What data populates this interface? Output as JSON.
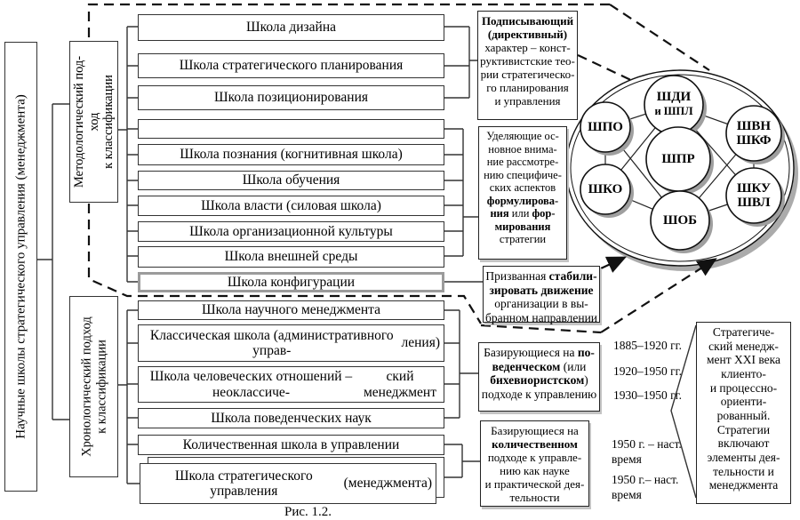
{
  "page": {
    "caption": "Рис. 1.2."
  },
  "left_column": {
    "main_title": [
      "Научные школы стратегического управления (менеджмента)"
    ],
    "method_approach": [
      "Методологический под-",
      "ход",
      "к классификации"
    ],
    "chrono_approach": [
      "Хронологический подход",
      "к классификации"
    ]
  },
  "schools": {
    "method": [
      {
        "lines": [
          "Школа дизайна"
        ]
      },
      {
        "lines": [
          "Школа стратегического планирования"
        ]
      },
      {
        "lines": [
          "Школа позиционирования"
        ]
      },
      {
        "lines": []
      },
      {
        "lines": [
          "Школа познания (когнитивная школа)"
        ]
      },
      {
        "lines": [
          "Школа обучения"
        ]
      },
      {
        "lines": [
          "Школа власти (силовая школа)"
        ]
      },
      {
        "lines": [
          "Школа организационной культуры"
        ]
      },
      {
        "lines": [
          "Школа внешней среды"
        ]
      },
      {
        "lines": [
          "Школа конфигурации"
        ]
      }
    ],
    "chrono": [
      {
        "lines": [
          "Школа научного менеджмента"
        ]
      },
      {
        "lines": [
          "Классическая школа (административного управ-",
          "ления)"
        ]
      },
      {
        "lines": [
          "Школа человеческих отношений – неоклассиче-",
          "ский менеджмент"
        ]
      },
      {
        "lines": [
          "Школа поведенческих наук"
        ]
      },
      {
        "lines": [
          "Количественная школа в управлении"
        ]
      },
      {
        "lines": [
          "Школа стратегического управления",
          "(менеджмента)"
        ]
      }
    ]
  },
  "annotations": {
    "directive": {
      "lines": [
        [
          {
            "t": "Подписывающий",
            "b": 1
          }
        ],
        [
          {
            "t": "(директивный)",
            "b": 1
          }
        ],
        "характер – конст-",
        "руктивистские тео-",
        "рии стратегическо-",
        "го планирования",
        "и управления"
      ]
    },
    "attention": {
      "lines": [
        "Уделяющие ос-",
        "новное внима-",
        "ние рассмотре-",
        "нию специфиче-",
        "ских аспектов",
        [
          {
            "t": "формулирова-",
            "b": 1
          }
        ],
        [
          {
            "t": "ния",
            "b": 1
          },
          {
            "t": " или ",
            "b": 0
          },
          {
            "t": "фор-",
            "b": 1
          }
        ],
        [
          {
            "t": "мирования",
            "b": 1
          }
        ],
        "стратегии"
      ]
    },
    "stabilize": {
      "lines": [
        [
          {
            "t": "Призванная ",
            "b": 0
          },
          {
            "t": "стабили-",
            "b": 1
          }
        ],
        [
          {
            "t": "зировать движение",
            "b": 1
          }
        ],
        "организации в вы-",
        "бранном направлении"
      ]
    },
    "behavioral": {
      "lines": [
        [
          {
            "t": "Базирующиеся на ",
            "b": 0
          },
          {
            "t": "по-",
            "b": 1
          }
        ],
        [
          {
            "t": "веденческом",
            "b": 1
          },
          {
            "t": " (или",
            "b": 0
          }
        ],
        [
          {
            "t": "бихевиористском",
            "b": 1
          },
          {
            "t": ")",
            "b": 0
          }
        ],
        "подходе к управлению"
      ]
    },
    "quantitative": {
      "lines": [
        "Базирующиеся на",
        [
          {
            "t": "количественном",
            "b": 1
          }
        ],
        "подходе к управле-",
        "нию как науке",
        "и практической дея-",
        "тельности"
      ]
    },
    "future": {
      "lines": [
        "Стратегиче-",
        "ский менедж-",
        "мент  XXI века",
        "клиенто-",
        "и процессно-",
        "ориенти-",
        "рованный.",
        "Стратегии",
        "включают",
        "элементы дея-",
        "тельности и",
        "менеджмента"
      ]
    }
  },
  "dates": [
    {
      "lines": [
        "1885–1920 гг."
      ]
    },
    {
      "lines": [
        "1920–1950 гг."
      ]
    },
    {
      "lines": [
        "1930–1950 гг."
      ]
    },
    {
      "lines": [
        "1950 г. – наст.",
        "время"
      ]
    },
    {
      "lines": [
        "1950 г.– наст.",
        "время"
      ]
    }
  ],
  "ellipse": {
    "circles": [
      {
        "id": "shdi",
        "lines": [
          "ШДИ",
          "и ШПЛ"
        ]
      },
      {
        "id": "shpo",
        "lines": [
          "ШПО"
        ]
      },
      {
        "id": "shvn",
        "lines": [
          "ШВН",
          "ШКФ"
        ]
      },
      {
        "id": "shpr",
        "lines": [
          "ШПР"
        ]
      },
      {
        "id": "shko",
        "lines": [
          "ШКО"
        ]
      },
      {
        "id": "shku",
        "lines": [
          "ШКУ",
          "ШВЛ"
        ]
      },
      {
        "id": "shob",
        "lines": [
          "ШОБ"
        ]
      }
    ]
  }
}
